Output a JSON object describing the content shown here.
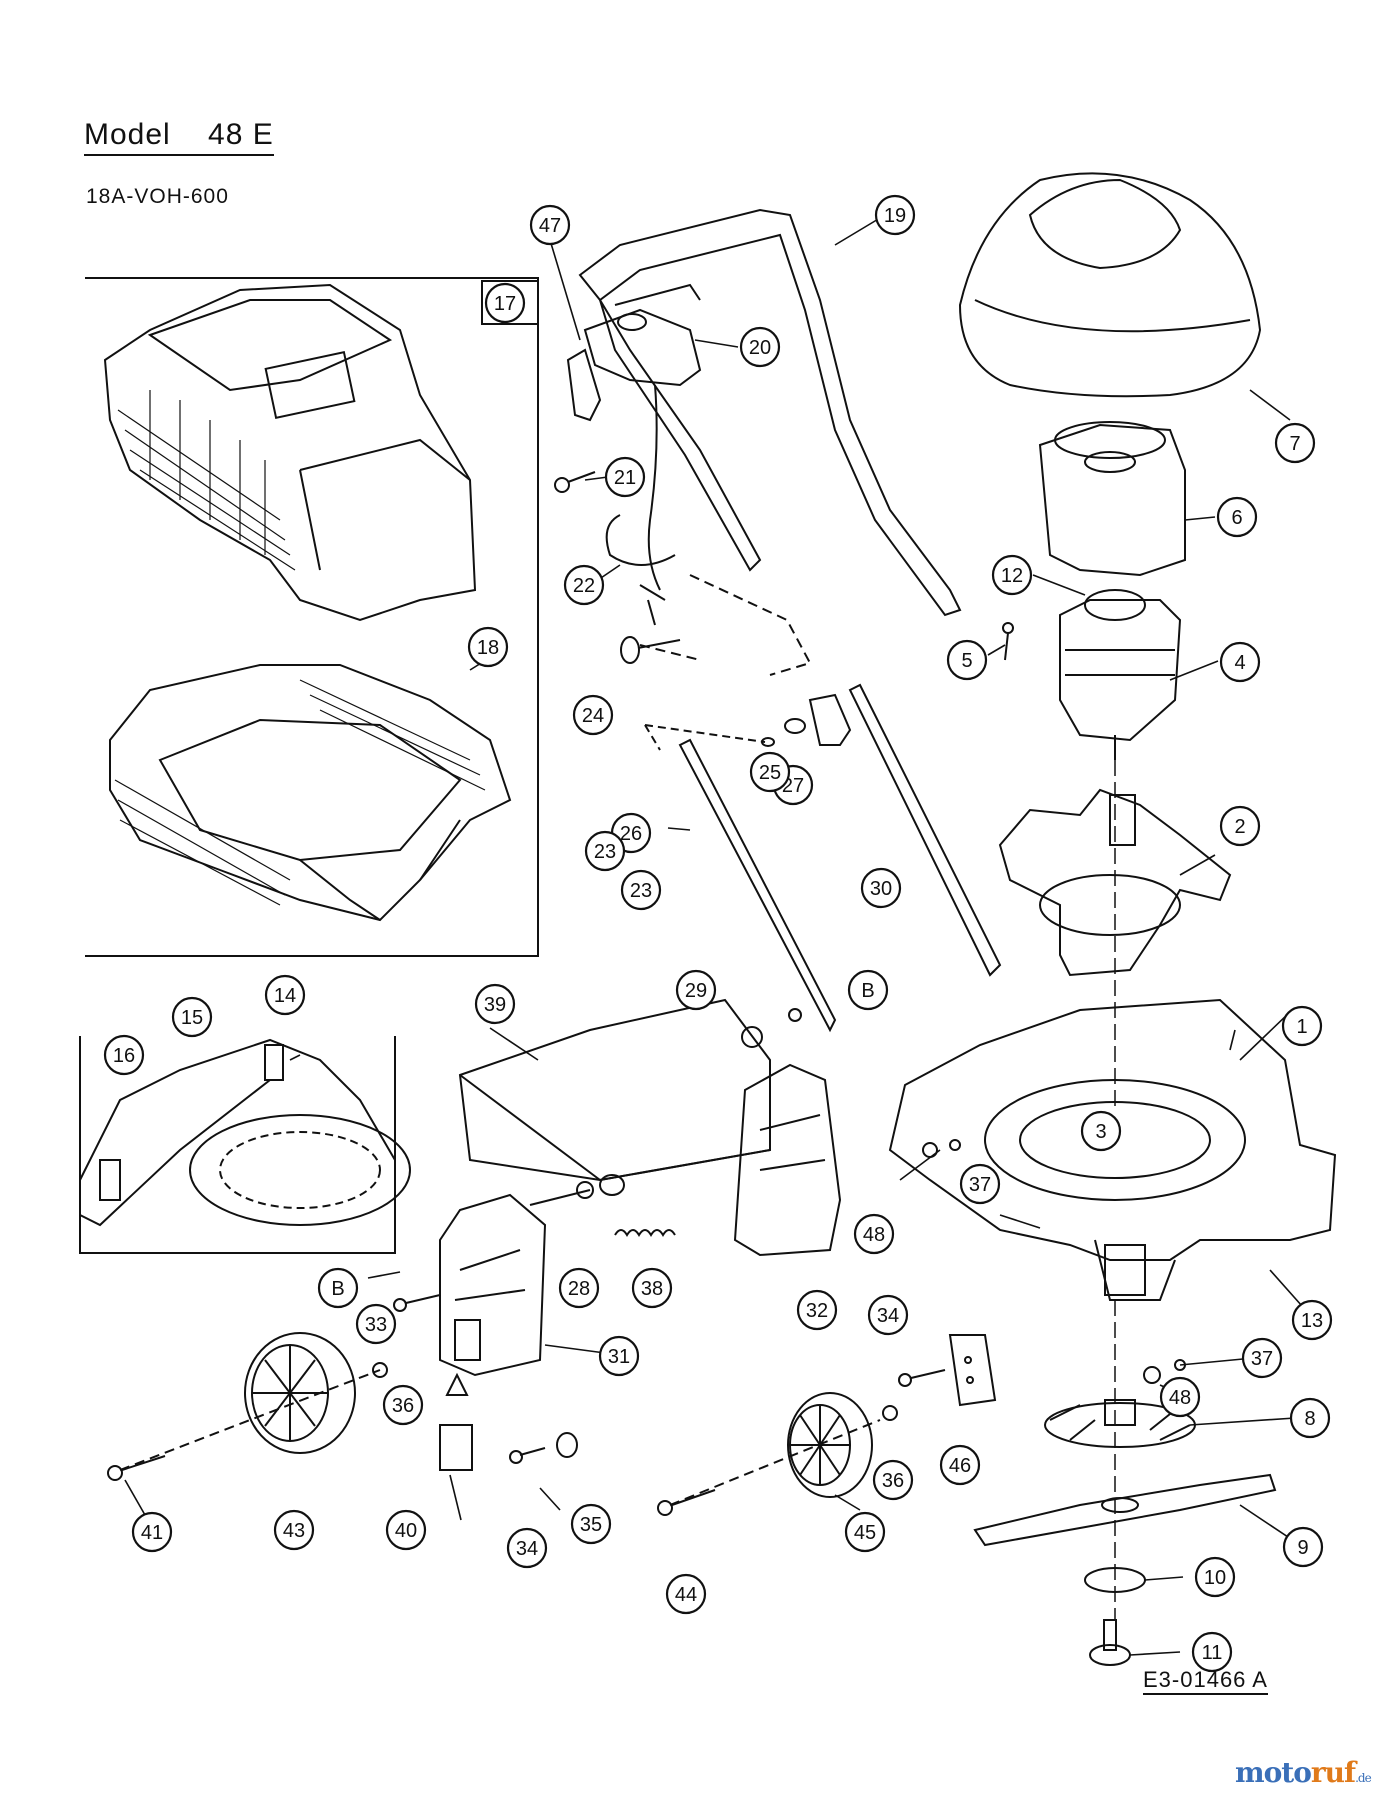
{
  "header": {
    "title": "Model    48 E",
    "model_code": "18A-VOH-600"
  },
  "footer": {
    "drawing_number": "E3-01466 A",
    "watermark_main": "moto",
    "watermark_accent": "ruf",
    "watermark_tld": ".de"
  },
  "callouts": [
    "47",
    "19",
    "20",
    "7",
    "21",
    "6",
    "22",
    "12",
    "5",
    "4",
    "24",
    "27",
    "25",
    "26",
    "23",
    "2",
    "23",
    "30",
    "29",
    "B",
    "39",
    "1",
    "3",
    "37",
    "48",
    "13",
    "14",
    "15",
    "16",
    "17",
    "18",
    "B",
    "28",
    "38",
    "32",
    "33",
    "31",
    "34",
    "37",
    "48",
    "8",
    "36",
    "46",
    "36",
    "9",
    "41",
    "43",
    "40",
    "34",
    "35",
    "44",
    "45",
    "10",
    "11"
  ],
  "colors": {
    "ink": "#111111",
    "paper": "#ffffff"
  }
}
